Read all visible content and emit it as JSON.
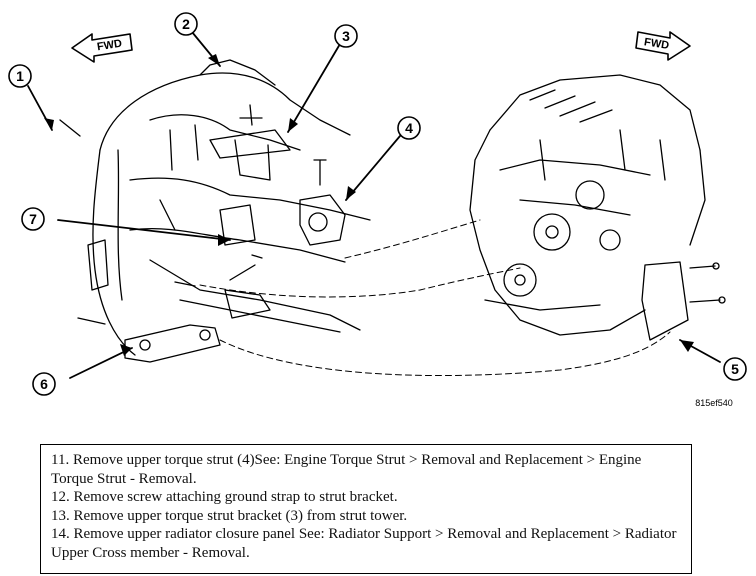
{
  "figure": {
    "fwd_left": "FWD",
    "fwd_right": "FWD",
    "callouts": [
      "1",
      "2",
      "3",
      "4",
      "5",
      "6",
      "7"
    ],
    "figure_code": "815ef540"
  },
  "steps": [
    "11. Remove upper torque strut (4)See: Engine Torque Strut > Removal and Replacement > Engine Torque Strut - Removal.",
    "12. Remove screw attaching ground strap to strut bracket.",
    "13. Remove upper torque strut bracket (3) from strut tower.",
    "14. Remove upper radiator closure panel See: Radiator Support > Removal and Replacement > Radiator Upper Cross member - Removal."
  ]
}
